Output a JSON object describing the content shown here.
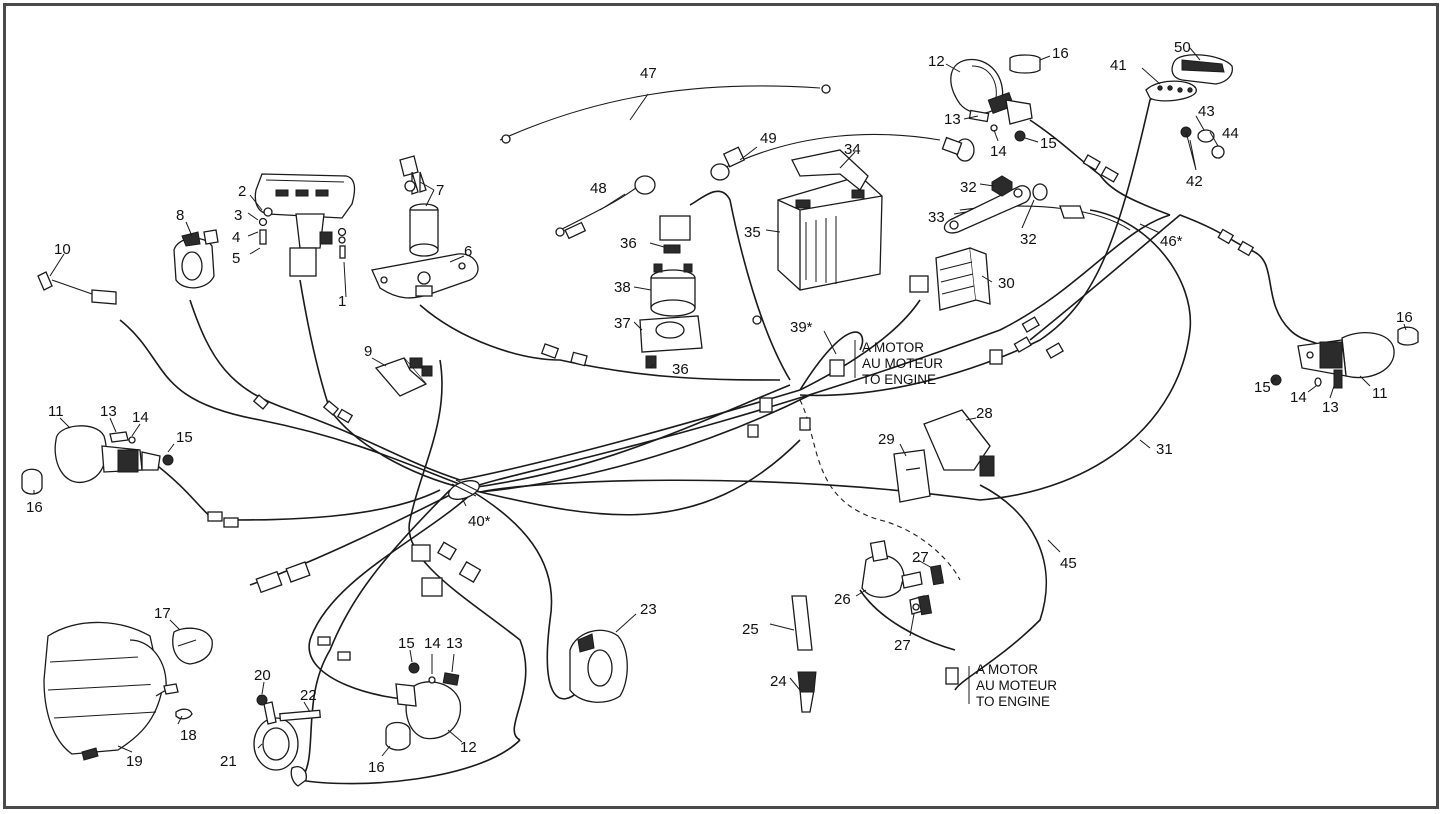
{
  "diagram": {
    "callouts": [
      {
        "id": "c47",
        "text": "47"
      },
      {
        "id": "c49",
        "text": "49"
      },
      {
        "id": "c48",
        "text": "48"
      },
      {
        "id": "c34",
        "text": "34"
      },
      {
        "id": "c35",
        "text": "35"
      },
      {
        "id": "c36a",
        "text": "36"
      },
      {
        "id": "c36b",
        "text": "36"
      },
      {
        "id": "c38",
        "text": "38"
      },
      {
        "id": "c37",
        "text": "37"
      },
      {
        "id": "c39",
        "text": "39*"
      },
      {
        "id": "c12a",
        "text": "12"
      },
      {
        "id": "c16a",
        "text": "16"
      },
      {
        "id": "c13a",
        "text": "13"
      },
      {
        "id": "c14a",
        "text": "14"
      },
      {
        "id": "c15a",
        "text": "15"
      },
      {
        "id": "c50",
        "text": "50"
      },
      {
        "id": "c41",
        "text": "41"
      },
      {
        "id": "c43",
        "text": "43"
      },
      {
        "id": "c44",
        "text": "44"
      },
      {
        "id": "c42",
        "text": "42"
      },
      {
        "id": "c32a",
        "text": "32"
      },
      {
        "id": "c32b",
        "text": "32"
      },
      {
        "id": "c33",
        "text": "33"
      },
      {
        "id": "c46",
        "text": "46*"
      },
      {
        "id": "c30",
        "text": "30"
      },
      {
        "id": "c16b",
        "text": "16"
      },
      {
        "id": "c15b",
        "text": "15"
      },
      {
        "id": "c14b",
        "text": "14"
      },
      {
        "id": "c13b",
        "text": "13"
      },
      {
        "id": "c11b",
        "text": "11"
      },
      {
        "id": "c31",
        "text": "31"
      },
      {
        "id": "c28",
        "text": "28"
      },
      {
        "id": "c29",
        "text": "29"
      },
      {
        "id": "c45",
        "text": "45"
      },
      {
        "id": "c27a",
        "text": "27"
      },
      {
        "id": "c27b",
        "text": "27"
      },
      {
        "id": "c26",
        "text": "26"
      },
      {
        "id": "c25",
        "text": "25"
      },
      {
        "id": "c24",
        "text": "24"
      },
      {
        "id": "c2",
        "text": "2"
      },
      {
        "id": "c3",
        "text": "3"
      },
      {
        "id": "c4",
        "text": "4"
      },
      {
        "id": "c5",
        "text": "5"
      },
      {
        "id": "c1",
        "text": "1"
      },
      {
        "id": "c7",
        "text": "7"
      },
      {
        "id": "c6",
        "text": "6"
      },
      {
        "id": "c8",
        "text": "8"
      },
      {
        "id": "c10",
        "text": "10"
      },
      {
        "id": "c9",
        "text": "9"
      },
      {
        "id": "c11a",
        "text": "11"
      },
      {
        "id": "c13c",
        "text": "13"
      },
      {
        "id": "c14c",
        "text": "14"
      },
      {
        "id": "c15c",
        "text": "15"
      },
      {
        "id": "c16c",
        "text": "16"
      },
      {
        "id": "c40",
        "text": "40*"
      },
      {
        "id": "c17",
        "text": "17"
      },
      {
        "id": "c18",
        "text": "18"
      },
      {
        "id": "c19",
        "text": "19"
      },
      {
        "id": "c20",
        "text": "20"
      },
      {
        "id": "c21",
        "text": "21"
      },
      {
        "id": "c22",
        "text": "22"
      },
      {
        "id": "c15d",
        "text": "15"
      },
      {
        "id": "c14d",
        "text": "14"
      },
      {
        "id": "c13d",
        "text": "13"
      },
      {
        "id": "c12b",
        "text": "12"
      },
      {
        "id": "c16d",
        "text": "16"
      },
      {
        "id": "c23",
        "text": "23"
      }
    ],
    "notes": [
      {
        "id": "n1",
        "lines": [
          "A MOTOR",
          "AU MOTEUR",
          "TO ENGINE"
        ]
      },
      {
        "id": "n2",
        "lines": [
          "A MOTOR",
          "AU MOTEUR",
          "TO ENGINE"
        ]
      }
    ],
    "colors": {
      "line": "#1a1a1a",
      "frame": "#4a4a4a",
      "background": "#ffffff"
    }
  }
}
